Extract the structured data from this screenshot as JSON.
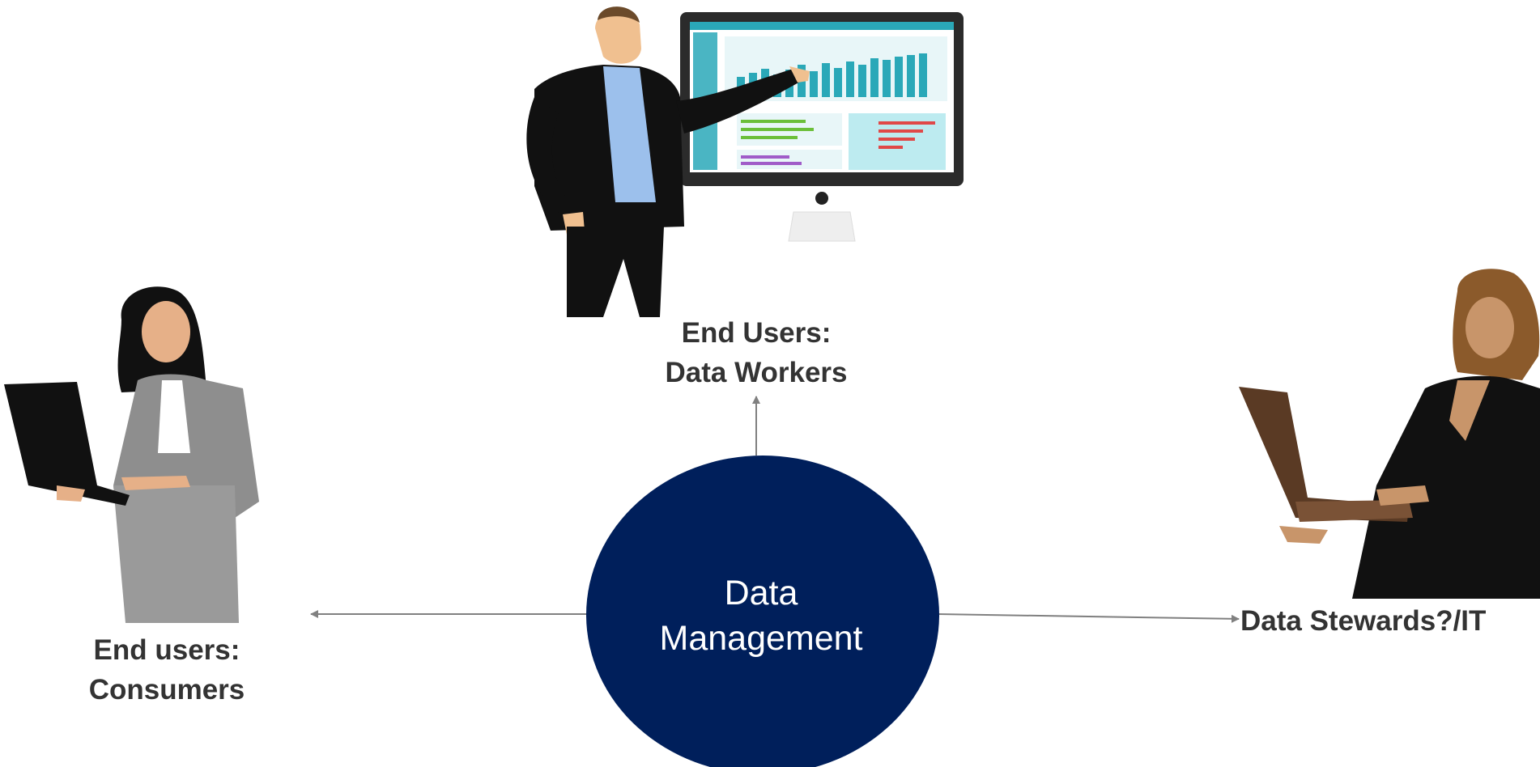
{
  "center": {
    "line1": "Data",
    "line2": "Management"
  },
  "nodes": {
    "data_workers": {
      "line1": "End Users:",
      "line2": "Data Workers"
    },
    "consumers": {
      "line1": "End users:",
      "line2": "Consumers"
    },
    "stewards": {
      "line1": "Data Stewards?/IT"
    }
  },
  "colors": {
    "circle": "#001f5b",
    "arrow": "#808080",
    "text": "#333333"
  },
  "icons": {
    "presenter": "man-presenting-dashboard-icon",
    "consumer": "woman-holding-laptop-icon",
    "steward": "woman-typing-laptop-icon"
  }
}
